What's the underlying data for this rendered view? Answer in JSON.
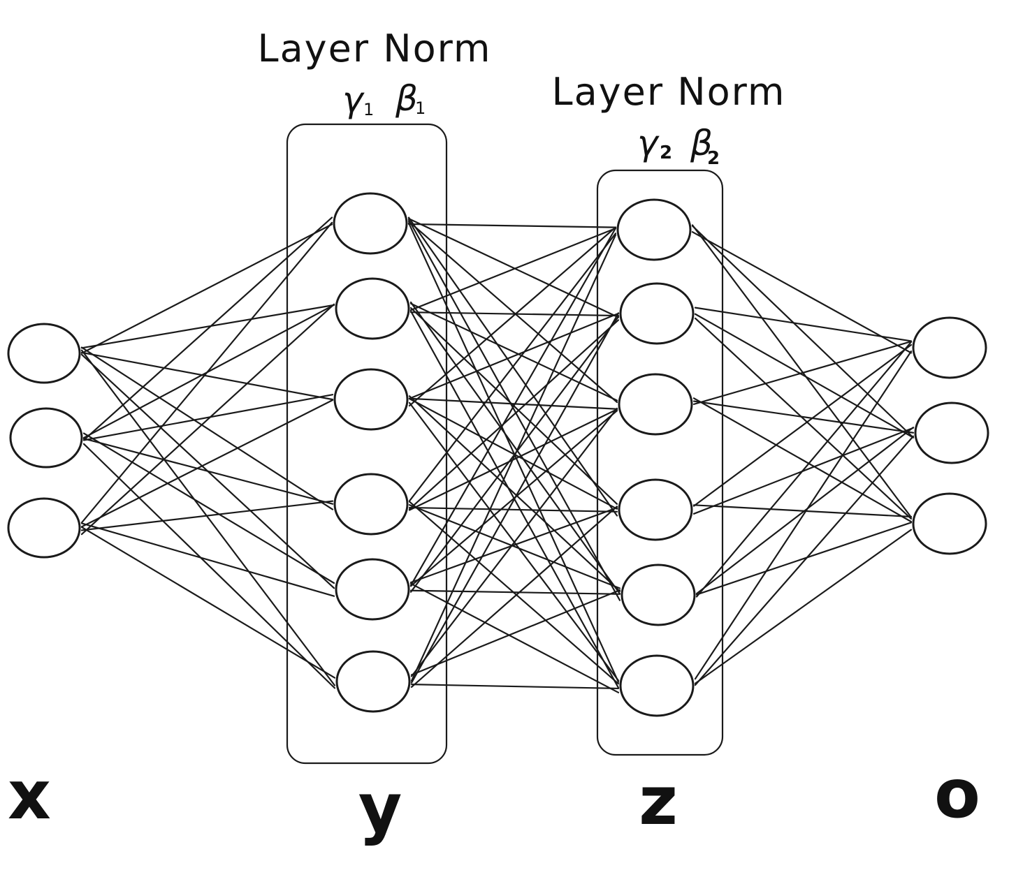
{
  "layers": [
    {
      "id": "x",
      "label": "x",
      "nodes": 3
    },
    {
      "id": "y",
      "label": "y",
      "nodes": 6
    },
    {
      "id": "z",
      "label": "z",
      "nodes": 6
    },
    {
      "id": "o",
      "label": "o",
      "nodes": 3
    }
  ],
  "norm_boxes": [
    {
      "layer": "y",
      "title": "Layer Norm",
      "gamma": "γ",
      "beta": "β",
      "subscript": "1"
    },
    {
      "layer": "z",
      "title": "Layer Norm",
      "gamma": "γ",
      "beta": "β",
      "subscript": "2"
    }
  ],
  "colors": {
    "ink": "#1a1a1a",
    "background": "#ffffff"
  }
}
